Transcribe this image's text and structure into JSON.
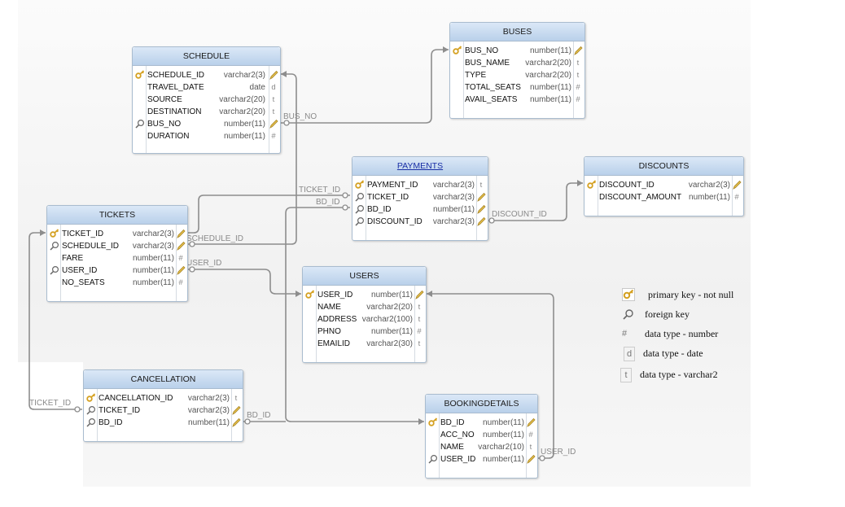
{
  "tables": {
    "schedule": {
      "title": "SCHEDULE",
      "columns": [
        {
          "name": "SCHEDULE_ID",
          "type": "varchar2(3)",
          "key": "pk",
          "flag": "pk"
        },
        {
          "name": "TRAVEL_DATE",
          "type": "date",
          "key": "",
          "flag": "d"
        },
        {
          "name": "SOURCE",
          "type": "varchar2(20)",
          "key": "",
          "flag": "t"
        },
        {
          "name": "DESTINATION",
          "type": "varchar2(20)",
          "key": "",
          "flag": "t"
        },
        {
          "name": "BUS_NO",
          "type": "number(11)",
          "key": "fk",
          "flag": "pk"
        },
        {
          "name": "DURATION",
          "type": "number(11)",
          "key": "",
          "flag": "#"
        }
      ]
    },
    "buses": {
      "title": "BUSES",
      "columns": [
        {
          "name": "BUS_NO",
          "type": "number(11)",
          "key": "pk",
          "flag": "pk"
        },
        {
          "name": "BUS_NAME",
          "type": "varchar2(20)",
          "key": "",
          "flag": "t"
        },
        {
          "name": "TYPE",
          "type": "varchar2(20)",
          "key": "",
          "flag": "t"
        },
        {
          "name": "TOTAL_SEATS",
          "type": "number(11)",
          "key": "",
          "flag": "#"
        },
        {
          "name": "AVAIL_SEATS",
          "type": "number(11)",
          "key": "",
          "flag": "#"
        }
      ]
    },
    "payments": {
      "title": "PAYMENTS",
      "columns": [
        {
          "name": "PAYMENT_ID",
          "type": "varchar2(3)",
          "key": "pk",
          "flag": "t"
        },
        {
          "name": "TICKET_ID",
          "type": "varchar2(3)",
          "key": "fk",
          "flag": "pk"
        },
        {
          "name": "BD_ID",
          "type": "number(11)",
          "key": "fk",
          "flag": "pk"
        },
        {
          "name": "DISCOUNT_ID",
          "type": "varchar2(3)",
          "key": "fk",
          "flag": "pk"
        }
      ]
    },
    "discounts": {
      "title": "DISCOUNTS",
      "columns": [
        {
          "name": "DISCOUNT_ID",
          "type": "varchar2(3)",
          "key": "pk",
          "flag": "pk"
        },
        {
          "name": "DISCOUNT_AMOUNT",
          "type": "number(11)",
          "key": "",
          "flag": "#"
        }
      ]
    },
    "tickets": {
      "title": "TICKETS",
      "columns": [
        {
          "name": "TICKET_ID",
          "type": "varchar2(3)",
          "key": "pk",
          "flag": "pk"
        },
        {
          "name": "SCHEDULE_ID",
          "type": "varchar2(3)",
          "key": "fk",
          "flag": "pk"
        },
        {
          "name": "FARE",
          "type": "number(11)",
          "key": "",
          "flag": "#"
        },
        {
          "name": "USER_ID",
          "type": "number(11)",
          "key": "fk",
          "flag": "pk"
        },
        {
          "name": "NO_SEATS",
          "type": "number(11)",
          "key": "",
          "flag": "#"
        }
      ]
    },
    "users": {
      "title": "USERS",
      "columns": [
        {
          "name": "USER_ID",
          "type": "number(11)",
          "key": "pk",
          "flag": "pk"
        },
        {
          "name": "NAME",
          "type": "varchar2(20)",
          "key": "",
          "flag": "t"
        },
        {
          "name": "ADDRESS",
          "type": "varchar2(100)",
          "key": "",
          "flag": "t"
        },
        {
          "name": "PHNO",
          "type": "number(11)",
          "key": "",
          "flag": "#"
        },
        {
          "name": "EMAILID",
          "type": "varchar2(30)",
          "key": "",
          "flag": "t"
        }
      ]
    },
    "cancellation": {
      "title": "CANCELLATION",
      "columns": [
        {
          "name": "CANCELLATION_ID",
          "type": "varchar2(3)",
          "key": "pk",
          "flag": "t"
        },
        {
          "name": "TICKET_ID",
          "type": "varchar2(3)",
          "key": "fk",
          "flag": "pk"
        },
        {
          "name": "BD_ID",
          "type": "number(11)",
          "key": "fk",
          "flag": "pk"
        }
      ]
    },
    "bookingdetails": {
      "title": "BOOKINGDETAILS",
      "columns": [
        {
          "name": "BD_ID",
          "type": "number(11)",
          "key": "pk",
          "flag": "pk"
        },
        {
          "name": "ACC_NO",
          "type": "number(11)",
          "key": "",
          "flag": "#"
        },
        {
          "name": "NAME",
          "type": "varchar2(10)",
          "key": "",
          "flag": "t"
        },
        {
          "name": "USER_ID",
          "type": "number(11)",
          "key": "fk",
          "flag": "pk"
        }
      ]
    }
  },
  "relations": {
    "bus_no": "BUS_NO",
    "ticket_id": "TICKET_ID",
    "bd_id": "BD_ID",
    "discount_id": "DISCOUNT_ID",
    "schedule_id": "SCHEDULE_ID",
    "user_id": "USER_ID",
    "ticket_id_cancel": "TICKET_ID",
    "bd_id_cancel": "BD_ID",
    "user_id_booking": "USER_ID"
  },
  "legend": {
    "primary_key": "primary key - not null",
    "foreign_key": "foreign key",
    "number": "data type - number",
    "date": "data type - date",
    "varchar": "data type - varchar2",
    "number_symbol": "#",
    "date_symbol": "d",
    "varchar_symbol": "t"
  },
  "colors": {
    "header_top": "#dbe8f7",
    "header_bottom": "#b9d0ea",
    "border": "#a9bccf",
    "link_line": "#8d8d8d",
    "key_gold": "#e0b43a"
  },
  "icons": {
    "primary_key": "key-icon",
    "foreign_key": "magnifier-icon",
    "relation_end": "pencil-icon"
  }
}
